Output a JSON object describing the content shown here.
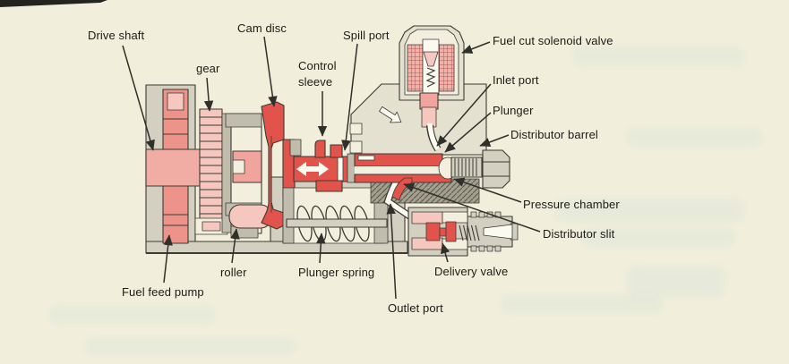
{
  "diagram": {
    "labels": {
      "drive_shaft": "Drive shaft",
      "gear": "gear",
      "cam_disc": "Cam disc",
      "control_sleeve": "Control sleeve",
      "spill_port": "Spill port",
      "fuel_cut_solenoid_valve": "Fuel cut solenoid valve",
      "inlet_port": "Inlet port",
      "plunger": "Plunger",
      "distributor_barrel": "Distributor barrel",
      "pressure_chamber": "Pressure chamber",
      "distributor_slit": "Distributor slit",
      "delivery_valve": "Delivery valve",
      "outlet_port": "Outlet port",
      "plunger_spring": "Plunger spring",
      "roller": "roller",
      "fuel_feed_pump": "Fuel feed pump"
    },
    "colors": {
      "background": "#f1eedc",
      "cream": "#f2efdf",
      "channel_white": "#fbfaf1",
      "outline": "#3c3b33",
      "label_text": "#1c1b16",
      "label_line": "#30302a",
      "page_edge": "#23231f",
      "red": "#e2544b",
      "pink": "#f0a49b",
      "light_pink": "#f6c7bf",
      "coil_pink": "#eeb3ab",
      "coil_line": "#bb564e",
      "gray": "#d3d0c1",
      "mid_gray": "#c0bdae",
      "dark_gray": "#a3a090",
      "hatch_line": "#615f52",
      "bleed": "#cfe0d8"
    }
  }
}
